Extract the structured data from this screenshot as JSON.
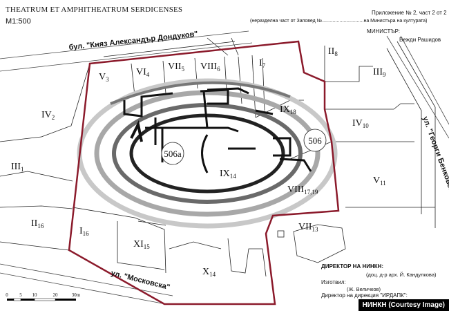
{
  "header": {
    "title": "THEATRUM ET AMPHITHEATRUM SERDICENSES",
    "scale_label": "M1:500",
    "appendix": "Приложение № 2, част 2 от 2",
    "order_note": "(неразделна част от Заповед №...............................на Министъра на културата)",
    "minister_label": "МИНИСТЪР:",
    "minister_name": "Вежди Рашидов"
  },
  "streets": {
    "top": "бул. \"Княз Александър Дондуков\"",
    "bottom": "ул. \"Московска\"",
    "right": "ул. \"Георги Бенковски\""
  },
  "lots": [
    {
      "main": "V",
      "sub": "3"
    },
    {
      "main": "VI",
      "sub": "4"
    },
    {
      "main": "VII",
      "sub": "5"
    },
    {
      "main": "VIII",
      "sub": "6"
    },
    {
      "main": "I",
      "sub": "7"
    },
    {
      "main": "II",
      "sub": "8"
    },
    {
      "main": "III",
      "sub": "9"
    },
    {
      "main": "IV",
      "sub": "2"
    },
    {
      "main": "IX",
      "sub": "18"
    },
    {
      "main": "IV",
      "sub": "10"
    },
    {
      "main": "III",
      "sub": "1"
    },
    {
      "main": "IX",
      "sub": "14"
    },
    {
      "main": "V",
      "sub": "11"
    },
    {
      "main": "VIII",
      "sub": "17,19"
    },
    {
      "main": "II",
      "sub": "16"
    },
    {
      "main": "I",
      "sub": "16"
    },
    {
      "main": "XI",
      "sub": "15"
    },
    {
      "main": "VII",
      "sub": "13"
    },
    {
      "main": "X",
      "sub": "14"
    }
  ],
  "circles": [
    "506а",
    "506"
  ],
  "footer": {
    "director_label": "ДИРЕКТОР НА НИНКН:",
    "director_name": "(доц. д-р арх. Й. Кандулкова)",
    "prepared_label": "Изготвил:",
    "prepared_name": "(Ж. Величков)",
    "irdapk_label": "Директор на дирекция \"ИРДАПК\":",
    "credit": "НИНКН (Courtesy Image)"
  },
  "scalebar": {
    "ticks": [
      "0",
      "5",
      "10",
      "20",
      "30m"
    ]
  }
}
